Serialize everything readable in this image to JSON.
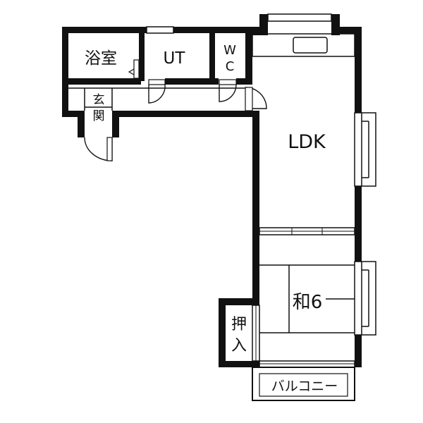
{
  "floorplan": {
    "rooms": {
      "bath": "浴室",
      "utility": "UT",
      "wc_top": "W",
      "wc_bottom": "C",
      "entrance_top": "玄",
      "entrance_bottom": "関",
      "ldk": "LDK",
      "washitsu": "和6",
      "closet_top": "押",
      "closet_bottom": "入",
      "balcony": "バルコニー"
    }
  }
}
